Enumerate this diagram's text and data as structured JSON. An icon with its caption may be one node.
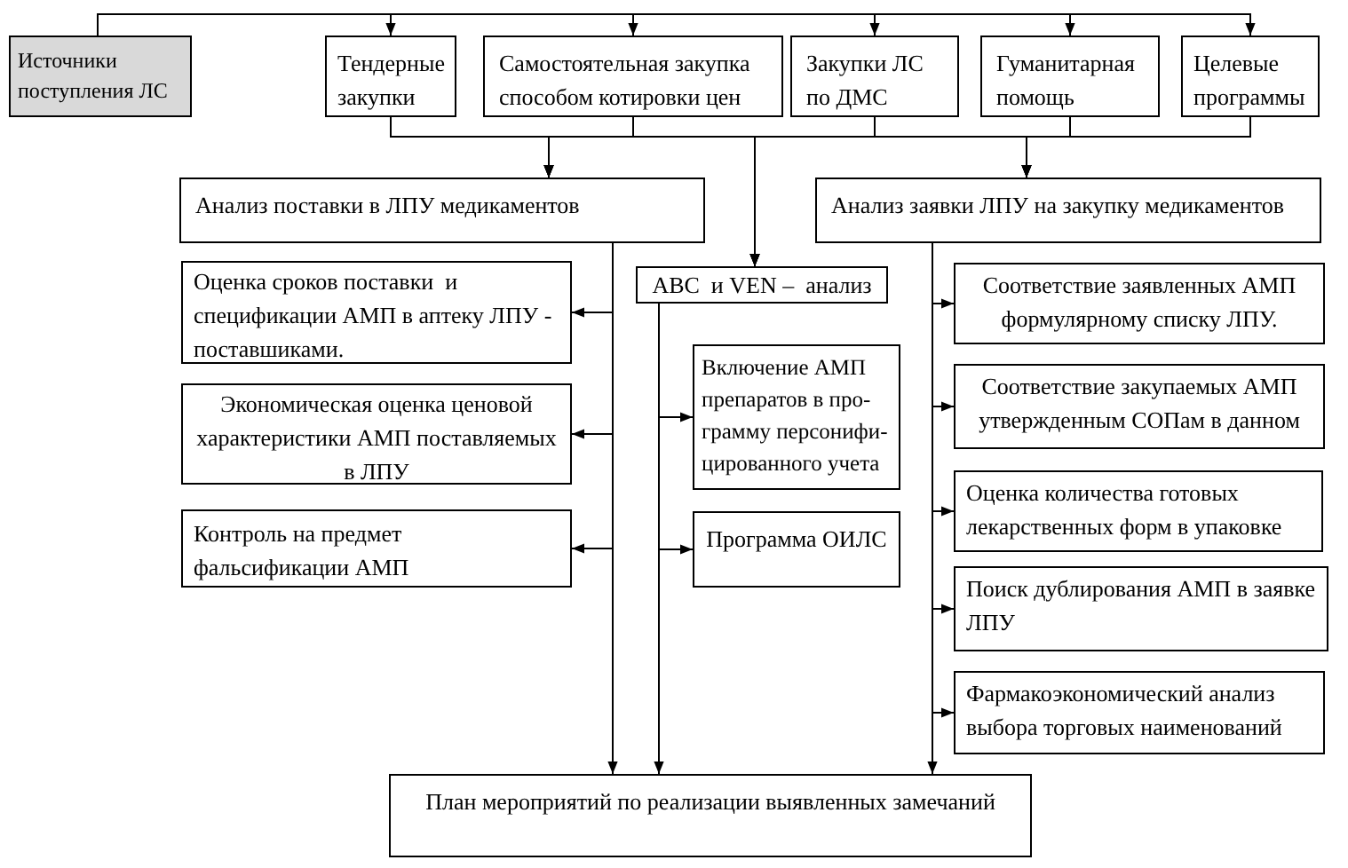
{
  "diagram": {
    "nodes": [
      {
        "text": [
          "Источники поступления ЛС"
        ]
      },
      {
        "text": [
          "Тендерные закупки"
        ]
      },
      {
        "text": [
          "Самостоятельная закупка способом котировки цен"
        ]
      },
      {
        "text": [
          "Закупки ЛС по ДМС"
        ]
      },
      {
        "text": [
          "Гуманитарная помощь"
        ]
      },
      {
        "text": [
          "Целевые программы"
        ]
      },
      {
        "text": [
          "Анализ поставки в ЛПУ медикаментов"
        ]
      },
      {
        "text": [
          "Анализ заявки ЛПУ на закупку медикаментов"
        ]
      },
      {
        "text": [
          "ABC  и VEN –  анализ"
        ]
      },
      {
        "text": [
          "Оценка сроков поставки  и спецификации АМП в аптеку ЛПУ - поставшиками."
        ]
      },
      {
        "text": [
          "Экономическая оценка ценовой характеристики АМП поставляемых в ЛПУ"
        ]
      },
      {
        "text": [
          "Контроль на предмет фальсификации АМП"
        ]
      },
      {
        "text": [
          "Включение АМП препаратов в про- грамму персонифи- цированного учета"
        ]
      },
      {
        "text": [
          "Программа ОИЛС"
        ]
      },
      {
        "text": [
          "Соответствие заявленных АМП формулярному списку ЛПУ."
        ]
      },
      {
        "text": [
          "Соответствие закупаемых АМП утвержденным СОПам в данном"
        ]
      },
      {
        "text": [
          "Оценка количества готовых лекарственных форм в упаковке"
        ]
      },
      {
        "text": [
          "Поиск дублирования АМП в заявке ЛПУ"
        ]
      },
      {
        "text": [
          "Фармакоэкономический анализ выбора торговых наименований"
        ]
      },
      {
        "text": [
          "План мероприятий по реализации выявленных замечаний"
        ]
      }
    ],
    "edges": [
      {
        "from": 0,
        "to": 1,
        "arrow": "to"
      },
      {
        "from": 0,
        "to": 2,
        "arrow": "to"
      },
      {
        "from": 0,
        "to": 3,
        "arrow": "to"
      },
      {
        "from": 0,
        "to": 4,
        "arrow": "to"
      },
      {
        "from": 0,
        "to": 5,
        "arrow": "to"
      },
      {
        "from": 1,
        "to": 6,
        "arrow": "to"
      },
      {
        "from": 1,
        "to": 7,
        "arrow": "to"
      },
      {
        "from": 1,
        "to": 8,
        "arrow": "to"
      },
      {
        "from": 2,
        "to": 6,
        "arrow": "to"
      },
      {
        "from": 2,
        "to": 7,
        "arrow": "to"
      },
      {
        "from": 2,
        "to": 8,
        "arrow": "to"
      },
      {
        "from": 3,
        "to": 6,
        "arrow": "to"
      },
      {
        "from": 3,
        "to": 7,
        "arrow": "to"
      },
      {
        "from": 3,
        "to": 8,
        "arrow": "to"
      },
      {
        "from": 4,
        "to": 6,
        "arrow": "to"
      },
      {
        "from": 4,
        "to": 7,
        "arrow": "to"
      },
      {
        "from": 4,
        "to": 8,
        "arrow": "to"
      },
      {
        "from": 5,
        "to": 6,
        "arrow": "to"
      },
      {
        "from": 5,
        "to": 7,
        "arrow": "to"
      },
      {
        "from": 5,
        "to": 8,
        "arrow": "to"
      },
      {
        "from": 6,
        "to": 9,
        "arrow": "to"
      },
      {
        "from": 6,
        "to": 10,
        "arrow": "to"
      },
      {
        "from": 6,
        "to": 11,
        "arrow": "to"
      },
      {
        "from": 6,
        "to": 19,
        "arrow": "to"
      },
      {
        "from": 8,
        "to": 12,
        "arrow": "to"
      },
      {
        "from": 8,
        "to": 13,
        "arrow": "to"
      },
      {
        "from": 8,
        "to": 19,
        "arrow": "to"
      },
      {
        "from": 7,
        "to": 14,
        "arrow": "to"
      },
      {
        "from": 7,
        "to": 15,
        "arrow": "to"
      },
      {
        "from": 7,
        "to": 16,
        "arrow": "to"
      },
      {
        "from": 7,
        "to": 17,
        "arrow": "to"
      },
      {
        "from": 7,
        "to": 18,
        "arrow": "to"
      },
      {
        "from": 7,
        "to": 19,
        "arrow": "to"
      }
    ]
  }
}
